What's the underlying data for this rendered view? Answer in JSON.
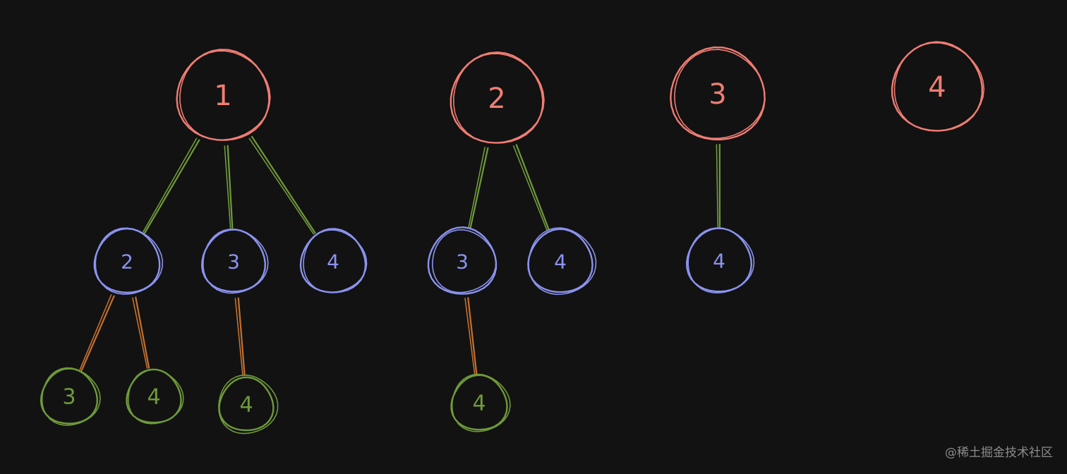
{
  "colors": {
    "background": "#121212",
    "level0": "#f07d74",
    "level1": "#8b93f0",
    "level2": "#6f9a3a",
    "edge01": "#6f9a3a",
    "edge12": "#c4702e"
  },
  "trees": [
    {
      "root": "1",
      "children": [
        {
          "label": "2",
          "children": [
            {
              "label": "3"
            },
            {
              "label": "4"
            }
          ]
        },
        {
          "label": "3",
          "children": [
            {
              "label": "4"
            }
          ]
        },
        {
          "label": "4",
          "children": []
        }
      ]
    },
    {
      "root": "2",
      "children": [
        {
          "label": "3",
          "children": [
            {
              "label": "4"
            }
          ]
        },
        {
          "label": "4",
          "children": []
        }
      ]
    },
    {
      "root": "3",
      "children": [
        {
          "label": "4",
          "children": []
        }
      ]
    },
    {
      "root": "4",
      "children": []
    }
  ],
  "watermark": "@稀土掘金技术社区"
}
